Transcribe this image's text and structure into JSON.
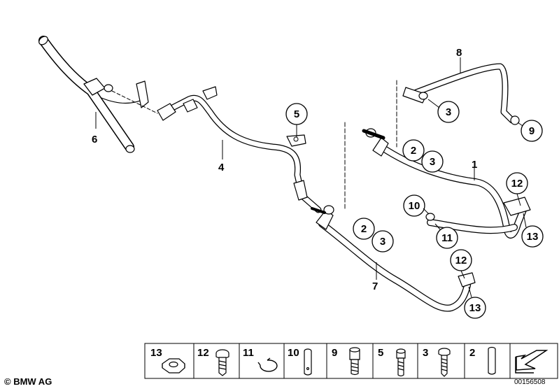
{
  "parts": [
    {
      "id": "p1",
      "label": "1"
    },
    {
      "id": "p4",
      "label": "4"
    },
    {
      "id": "p6",
      "label": "6"
    },
    {
      "id": "p7",
      "label": "7"
    },
    {
      "id": "p8",
      "label": "8"
    }
  ],
  "callouts": [
    {
      "id": "c5",
      "label": "5"
    },
    {
      "id": "c3a",
      "label": "3"
    },
    {
      "id": "c9",
      "label": "9"
    },
    {
      "id": "c2a",
      "label": "2"
    },
    {
      "id": "c3b",
      "label": "3"
    },
    {
      "id": "c12a",
      "label": "12"
    },
    {
      "id": "c10",
      "label": "10"
    },
    {
      "id": "c11",
      "label": "11"
    },
    {
      "id": "c13a",
      "label": "13"
    },
    {
      "id": "c2b",
      "label": "2"
    },
    {
      "id": "c3c",
      "label": "3"
    },
    {
      "id": "c12b",
      "label": "12"
    },
    {
      "id": "c13b",
      "label": "13"
    }
  ],
  "legend": [
    {
      "num": "13",
      "icon": "hex-nut-icon"
    },
    {
      "num": "12",
      "icon": "torx-screw-icon"
    },
    {
      "num": "11",
      "icon": "circlip-icon"
    },
    {
      "num": "10",
      "icon": "pin-icon"
    },
    {
      "num": "9",
      "icon": "socket-bolt-icon"
    },
    {
      "num": "5",
      "icon": "allen-bolt-icon"
    },
    {
      "num": "3",
      "icon": "phillips-screw-icon"
    },
    {
      "num": "2",
      "icon": "sleeve-icon"
    },
    {
      "num": "",
      "icon": "arrow-icon"
    }
  ],
  "footer": {
    "copyright": "© BMW AG",
    "figure_no": "00156508"
  }
}
